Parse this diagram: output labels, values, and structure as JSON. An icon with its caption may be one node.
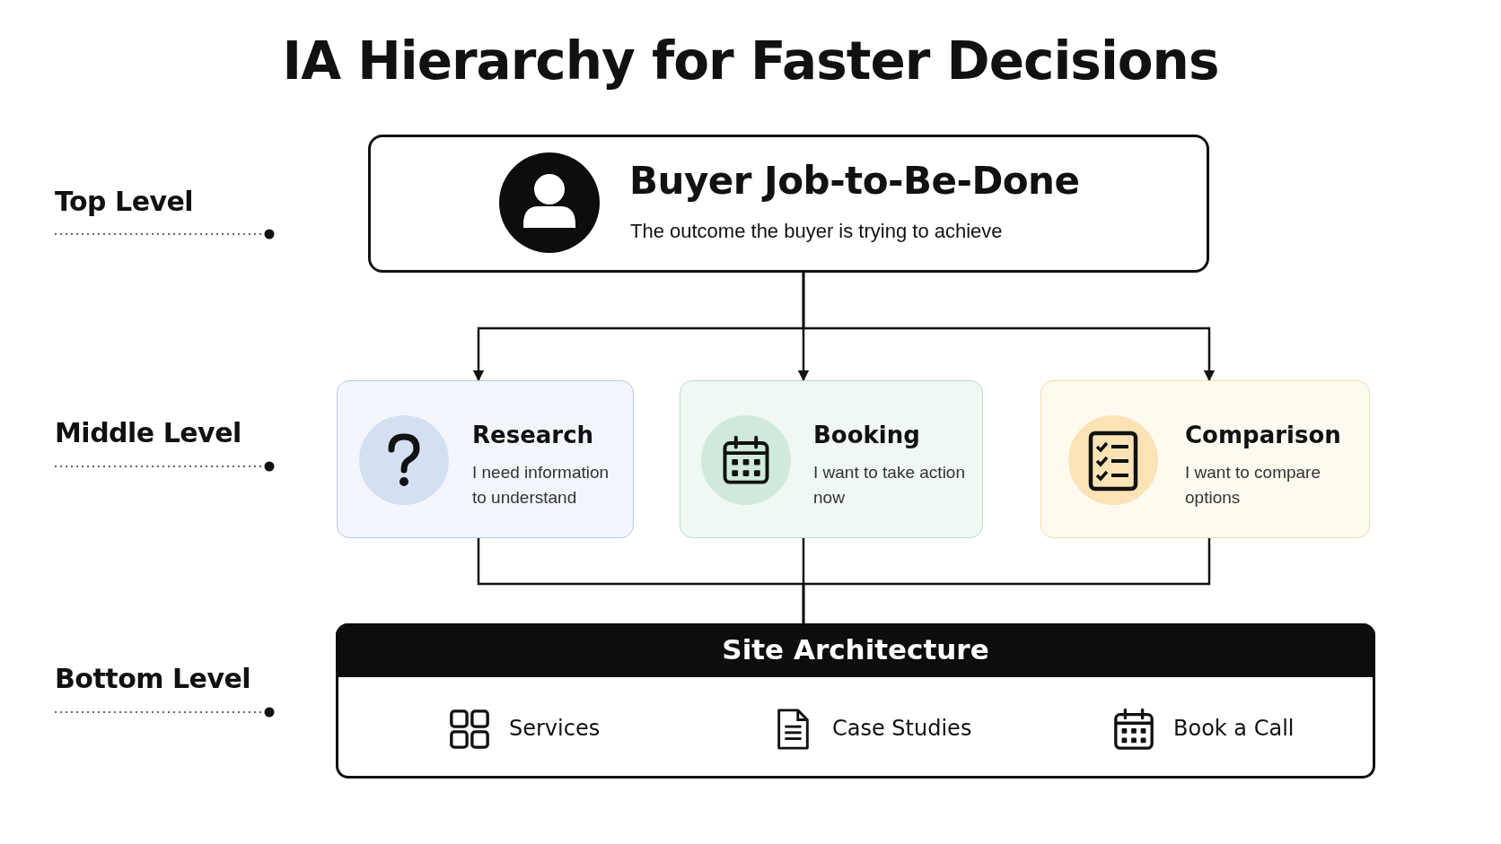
{
  "diagram": {
    "title": "IA Hierarchy for Faster Decisions",
    "nodes": [
      {
        "text": [
          "Buyer Job-to-Be-Done",
          "The outcome the buyer is trying to achieve"
        ]
      },
      {
        "text": [
          "Research",
          "I need information to understand"
        ]
      },
      {
        "text": [
          "Booking",
          "I want to take action now"
        ]
      },
      {
        "text": [
          "Comparison",
          "I want to compare options"
        ]
      },
      {
        "text": [
          "Site Architecture"
        ]
      },
      {
        "text": [
          "Services"
        ],
        "in": 4
      },
      {
        "text": [
          "Case Studies"
        ],
        "in": 4
      },
      {
        "text": [
          "Book a Call"
        ],
        "in": 4
      }
    ],
    "edges": [
      {
        "from": 0,
        "to": 1,
        "arrow": "to"
      },
      {
        "from": 0,
        "to": 2,
        "arrow": "to"
      },
      {
        "from": 0,
        "to": 3,
        "arrow": "to"
      },
      {
        "from": 1,
        "to": 4,
        "arrow": "none"
      },
      {
        "from": 2,
        "to": 4,
        "arrow": "none"
      },
      {
        "from": 3,
        "to": 4,
        "arrow": "none"
      }
    ],
    "labels": [
      "Top Level",
      "Middle Level",
      "Bottom Level"
    ]
  }
}
